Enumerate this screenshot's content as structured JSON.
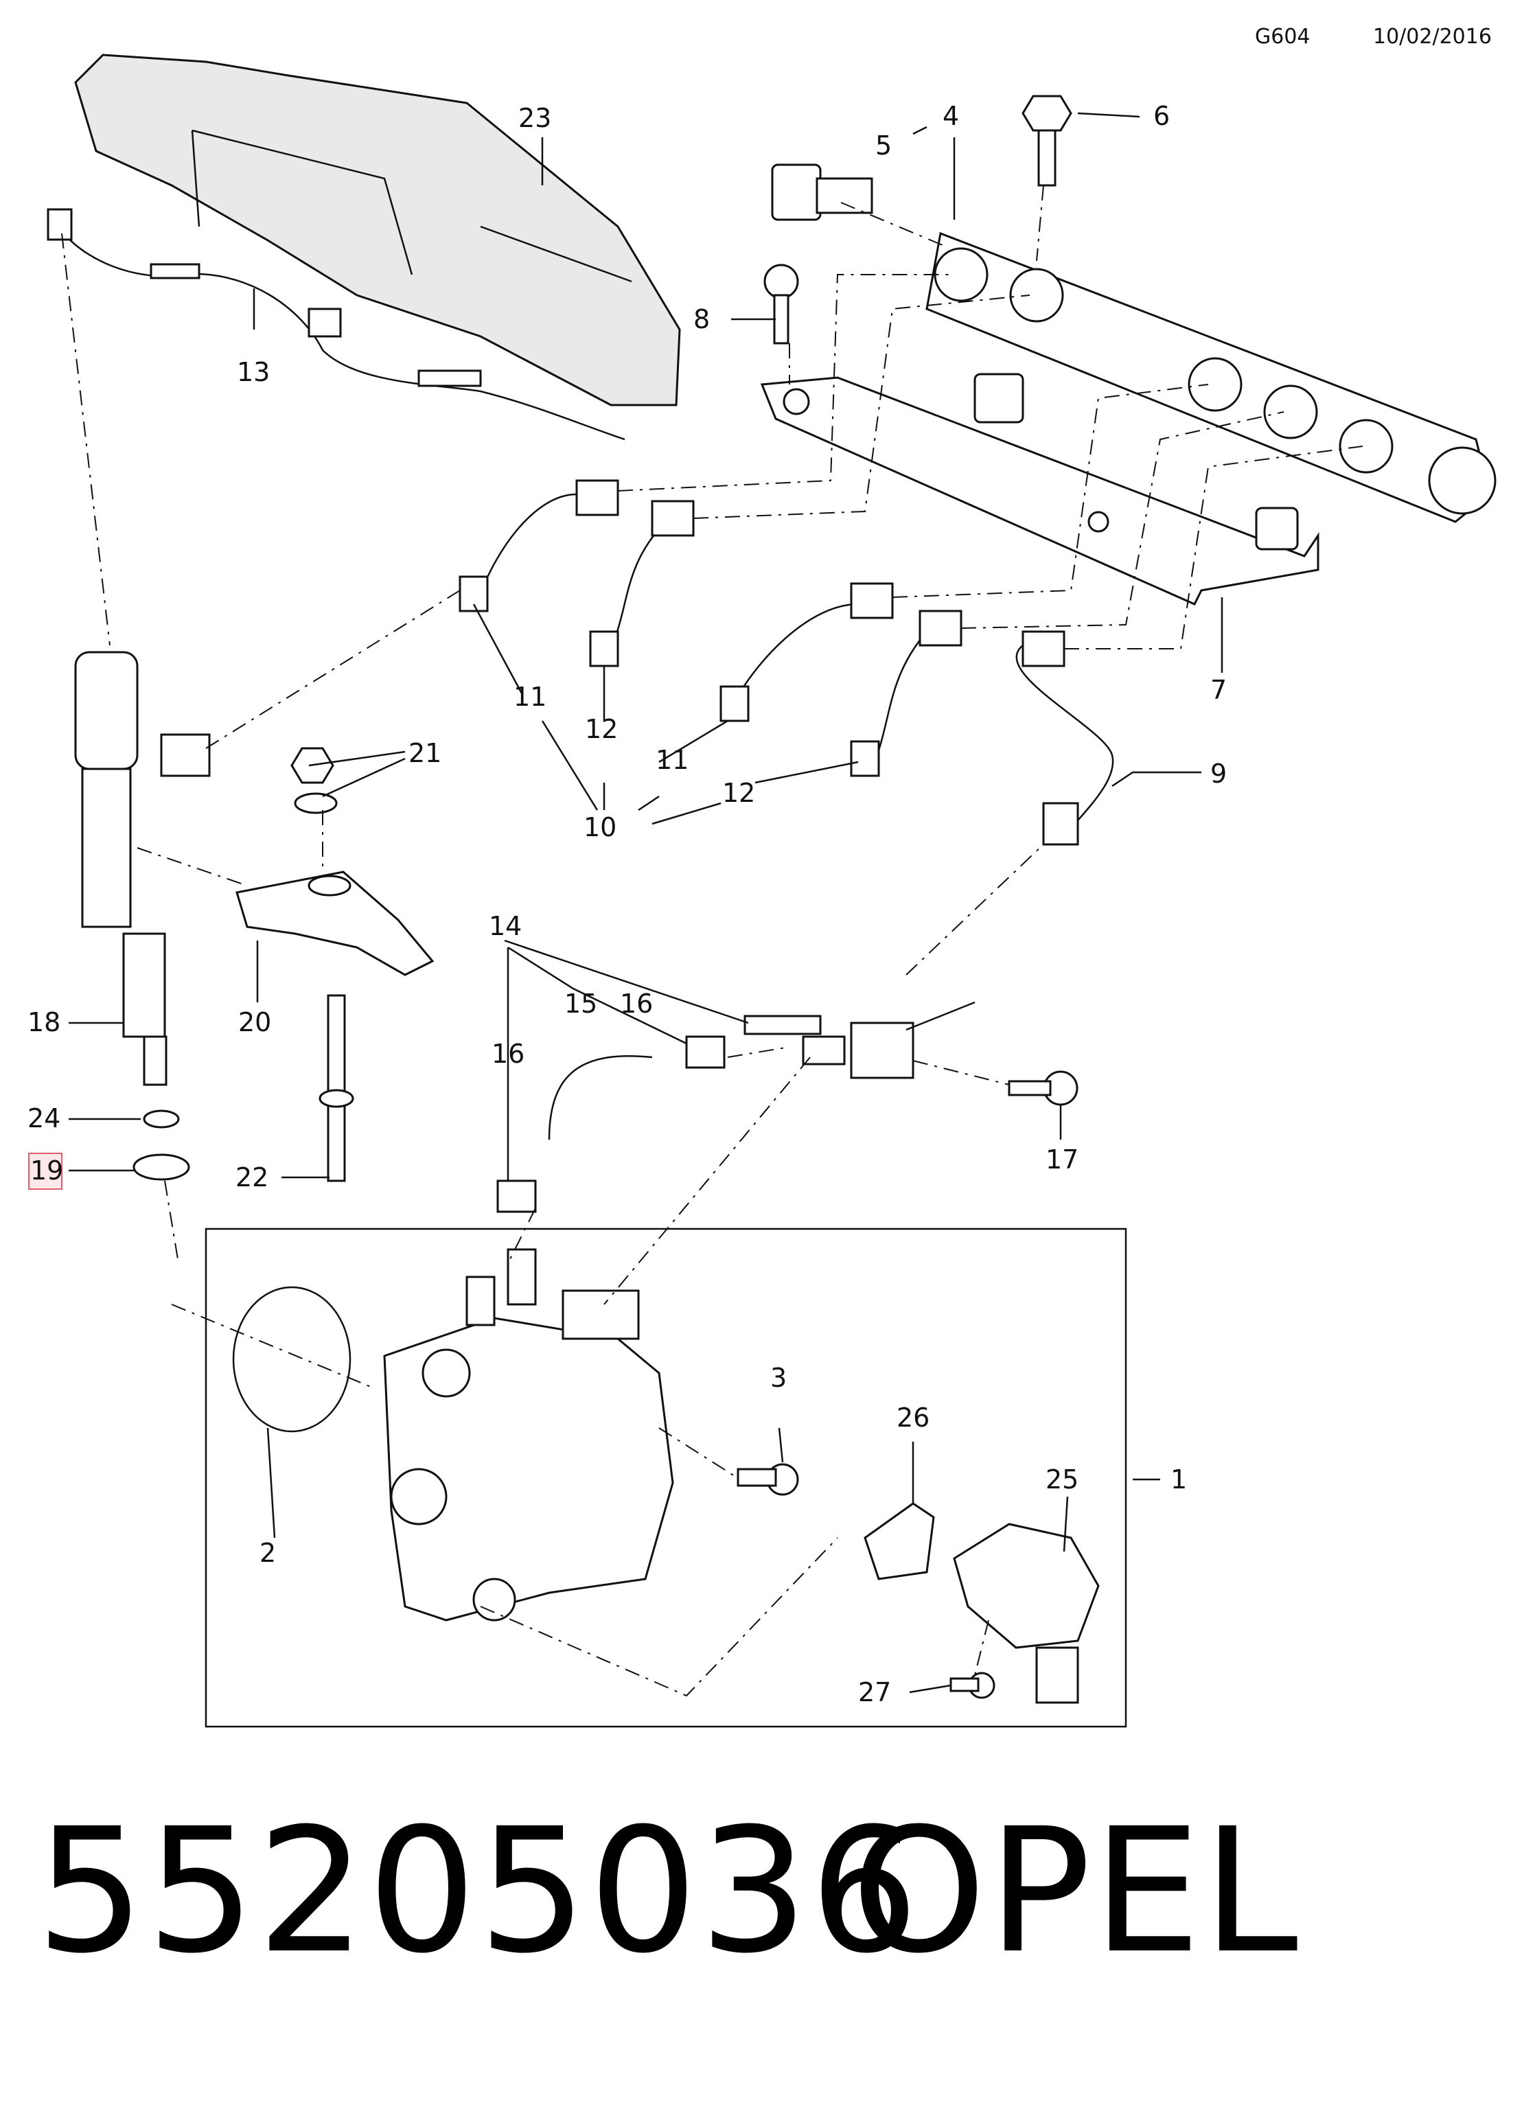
{
  "header": {
    "diagram_code": "G604",
    "date": "10/02/2016"
  },
  "footer": {
    "part_number": "55205036",
    "brand": "OPEL"
  },
  "callouts": {
    "c1": "1",
    "c2": "2",
    "c3": "3",
    "c4": "4",
    "c5": "5",
    "c6": "6",
    "c7": "7",
    "c8": "8",
    "c9": "9",
    "c10": "10",
    "c11a": "11",
    "c11b": "11",
    "c12a": "12",
    "c12b": "12",
    "c13": "13",
    "c14": "14",
    "c15": "15",
    "c16a": "16",
    "c16b": "16",
    "c17": "17",
    "c18": "18",
    "c19": "19",
    "c20": "20",
    "c21": "21",
    "c22": "22",
    "c23": "23",
    "c24": "24",
    "c25": "25",
    "c26": "26",
    "c27": "27"
  },
  "highlight": {
    "callout": "19",
    "color": "#e06070"
  }
}
